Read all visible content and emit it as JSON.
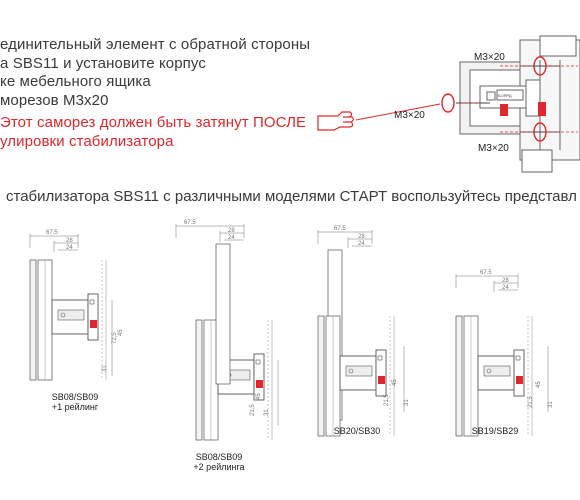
{
  "instructions": [
    {
      "text": "единительный элемент с обратной стороны",
      "style": "normal"
    },
    {
      "text": "а SBS11 и установите  корпус",
      "style": "normal"
    },
    {
      "text": "ке мебельного ящика",
      "style": "normal"
    },
    {
      "text": "морезов M3x20",
      "style": "normal"
    },
    {
      "text": "Этот саморез должен быть затянут ПОСЛЕ",
      "style": "red"
    },
    {
      "text": "улировки стабилизатора",
      "style": "red"
    }
  ],
  "section_title": "стабилизатора SBS11 с различными моделями СТАРТ воспользуйтесь представл",
  "top_diagram": {
    "screw_labels": [
      "M3×20",
      "M3×20",
      "M3×20"
    ]
  },
  "diagrams": [
    {
      "caption_line1": "SB08/SB09",
      "caption_line2": "+1 рейлинг",
      "dims": {
        "w_outer": "67.5",
        "w_mid": "28",
        "w_inner": "24",
        "h1": "72,5",
        "h2": "45",
        "h3": "31"
      }
    },
    {
      "caption_line1": "SB08/SB09",
      "caption_line2": "+2 рейлинга",
      "dims": {
        "w_outer": "67.5",
        "w_mid": "28",
        "w_inner": "24",
        "h1": "21,5",
        "h2": "45",
        "h3": "31"
      }
    },
    {
      "caption_line1": "SB20/SB30",
      "caption_line2": "",
      "dims": {
        "w_outer": "67.5",
        "w_mid": "28",
        "w_inner": "24",
        "h1": "21,5",
        "h2": "45",
        "h3": "31"
      }
    },
    {
      "caption_line1": "SB19/SB29",
      "caption_line2": "",
      "dims": {
        "w_outer": "67.5",
        "w_mid": "28",
        "w_inner": "24",
        "h1": "21,5",
        "h2": "45",
        "h3": "31"
      }
    }
  ],
  "colors": {
    "accent_red": "#e3262b",
    "text": "#3a3a3a",
    "line": "#555555"
  }
}
